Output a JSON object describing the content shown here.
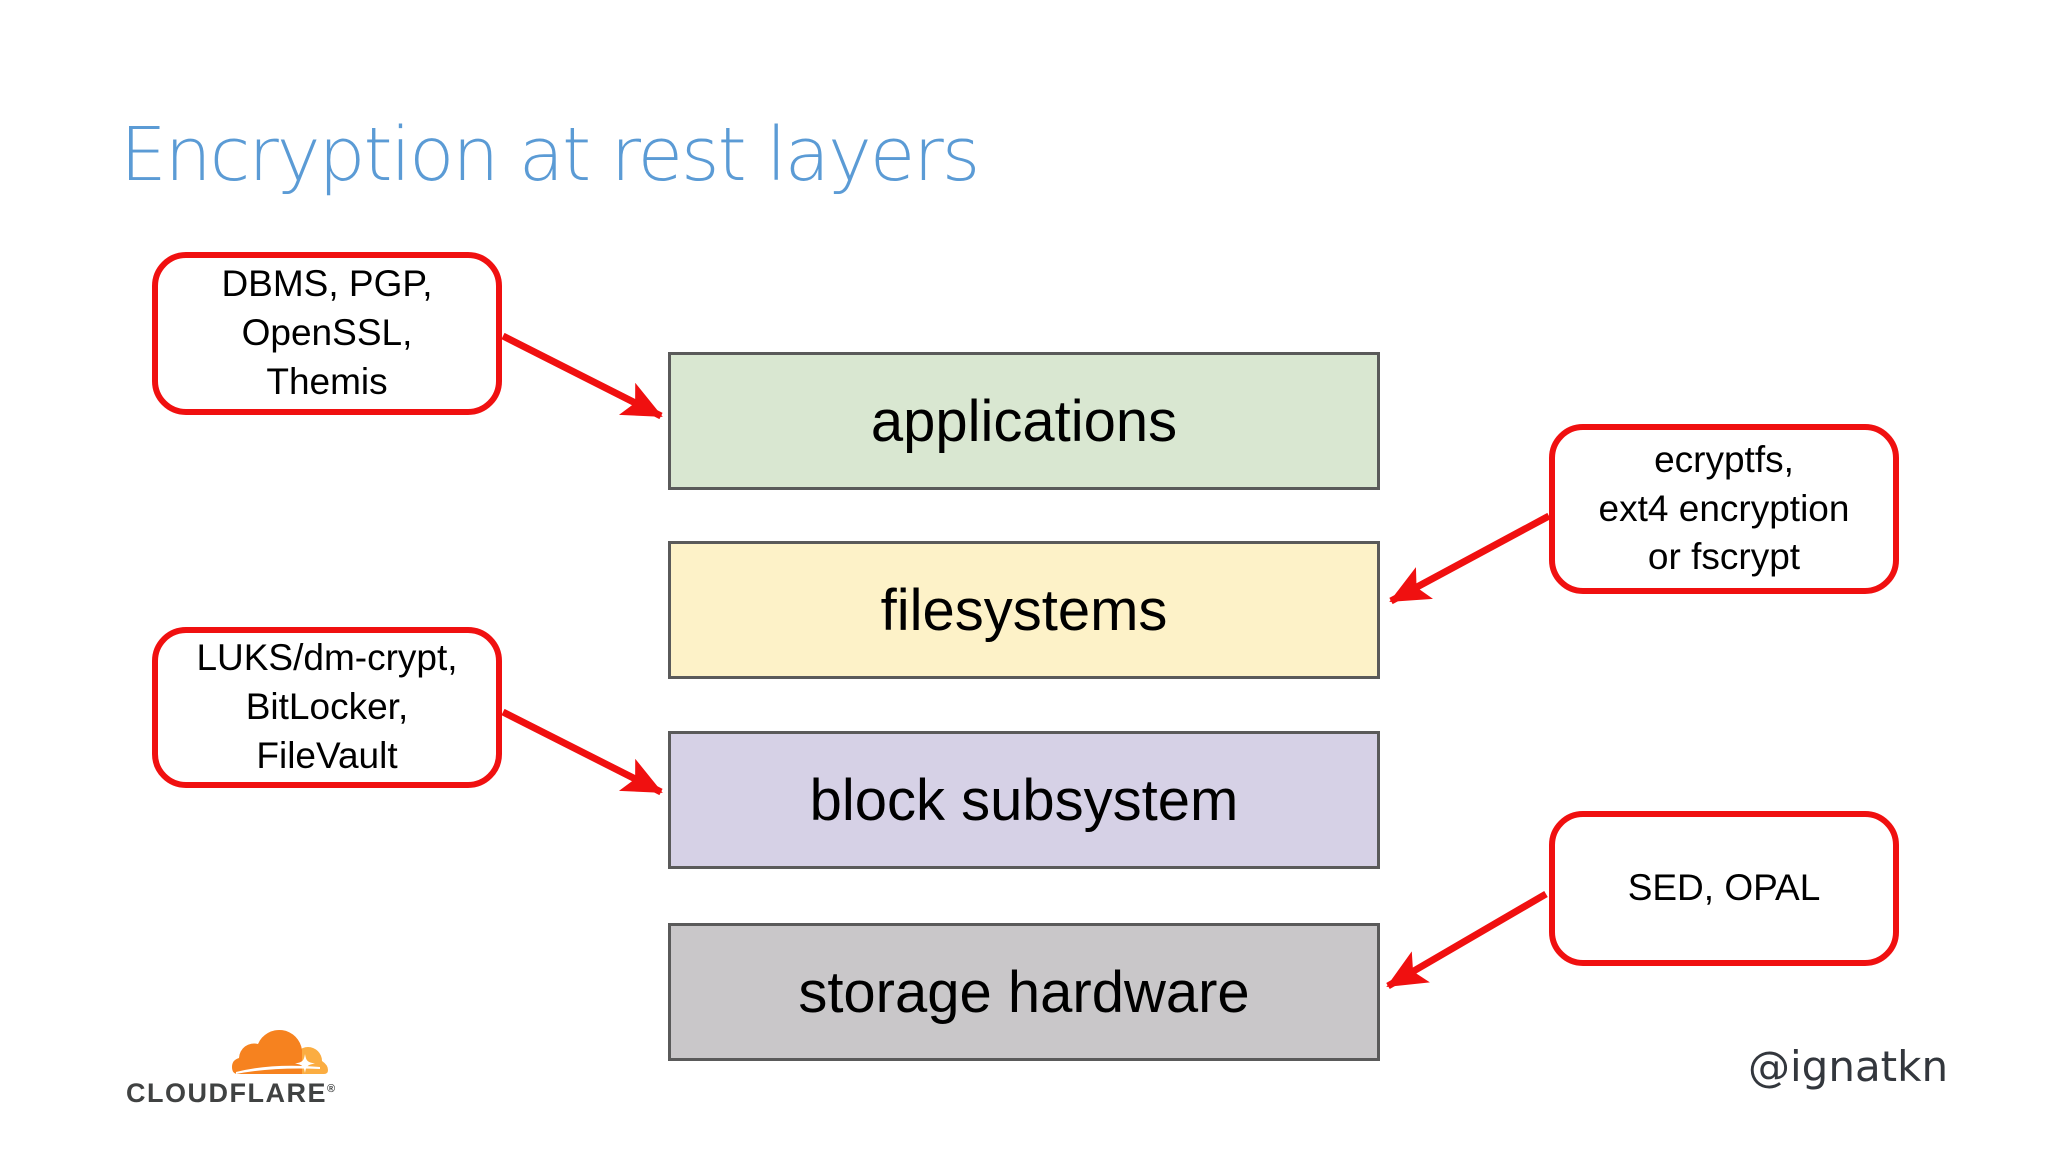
{
  "title": "Encryption at rest layers",
  "handle": "@ignatkn",
  "colors": {
    "title_blue": "#5b9bd5",
    "accent_red": "#f01010",
    "box_border_gray": "#5a5a5a",
    "applications_fill": "#d9e7d1",
    "filesystems_fill": "#fdf2c8",
    "block_subsystem_fill": "#d6d1e6",
    "storage_hardware_fill": "#c9c7c9",
    "cloudflare_orange": "#f6821f",
    "cloudflare_light_orange": "#fbad41",
    "wordmark_gray": "#404242"
  },
  "layers": [
    {
      "label": "applications",
      "fill": "#d9e7d1"
    },
    {
      "label": "filesystems",
      "fill": "#fdf2c8"
    },
    {
      "label": "block subsystem",
      "fill": "#d6d1e6"
    },
    {
      "label": "storage hardware",
      "fill": "#c9c7c9"
    }
  ],
  "callouts": [
    {
      "target": "applications",
      "lines": [
        "DBMS, PGP,",
        "OpenSSL,",
        "Themis"
      ]
    },
    {
      "target": "filesystems",
      "lines": [
        "ecryptfs,",
        "ext4 encryption",
        "or fscrypt"
      ]
    },
    {
      "target": "block subsystem",
      "lines": [
        "LUKS/dm-crypt,",
        "BitLocker,",
        "FileVault"
      ]
    },
    {
      "target": "storage hardware",
      "lines": [
        "SED, OPAL"
      ]
    }
  ],
  "logo": {
    "wordmark": "CLOUDFLARE",
    "registered_mark": "®"
  }
}
